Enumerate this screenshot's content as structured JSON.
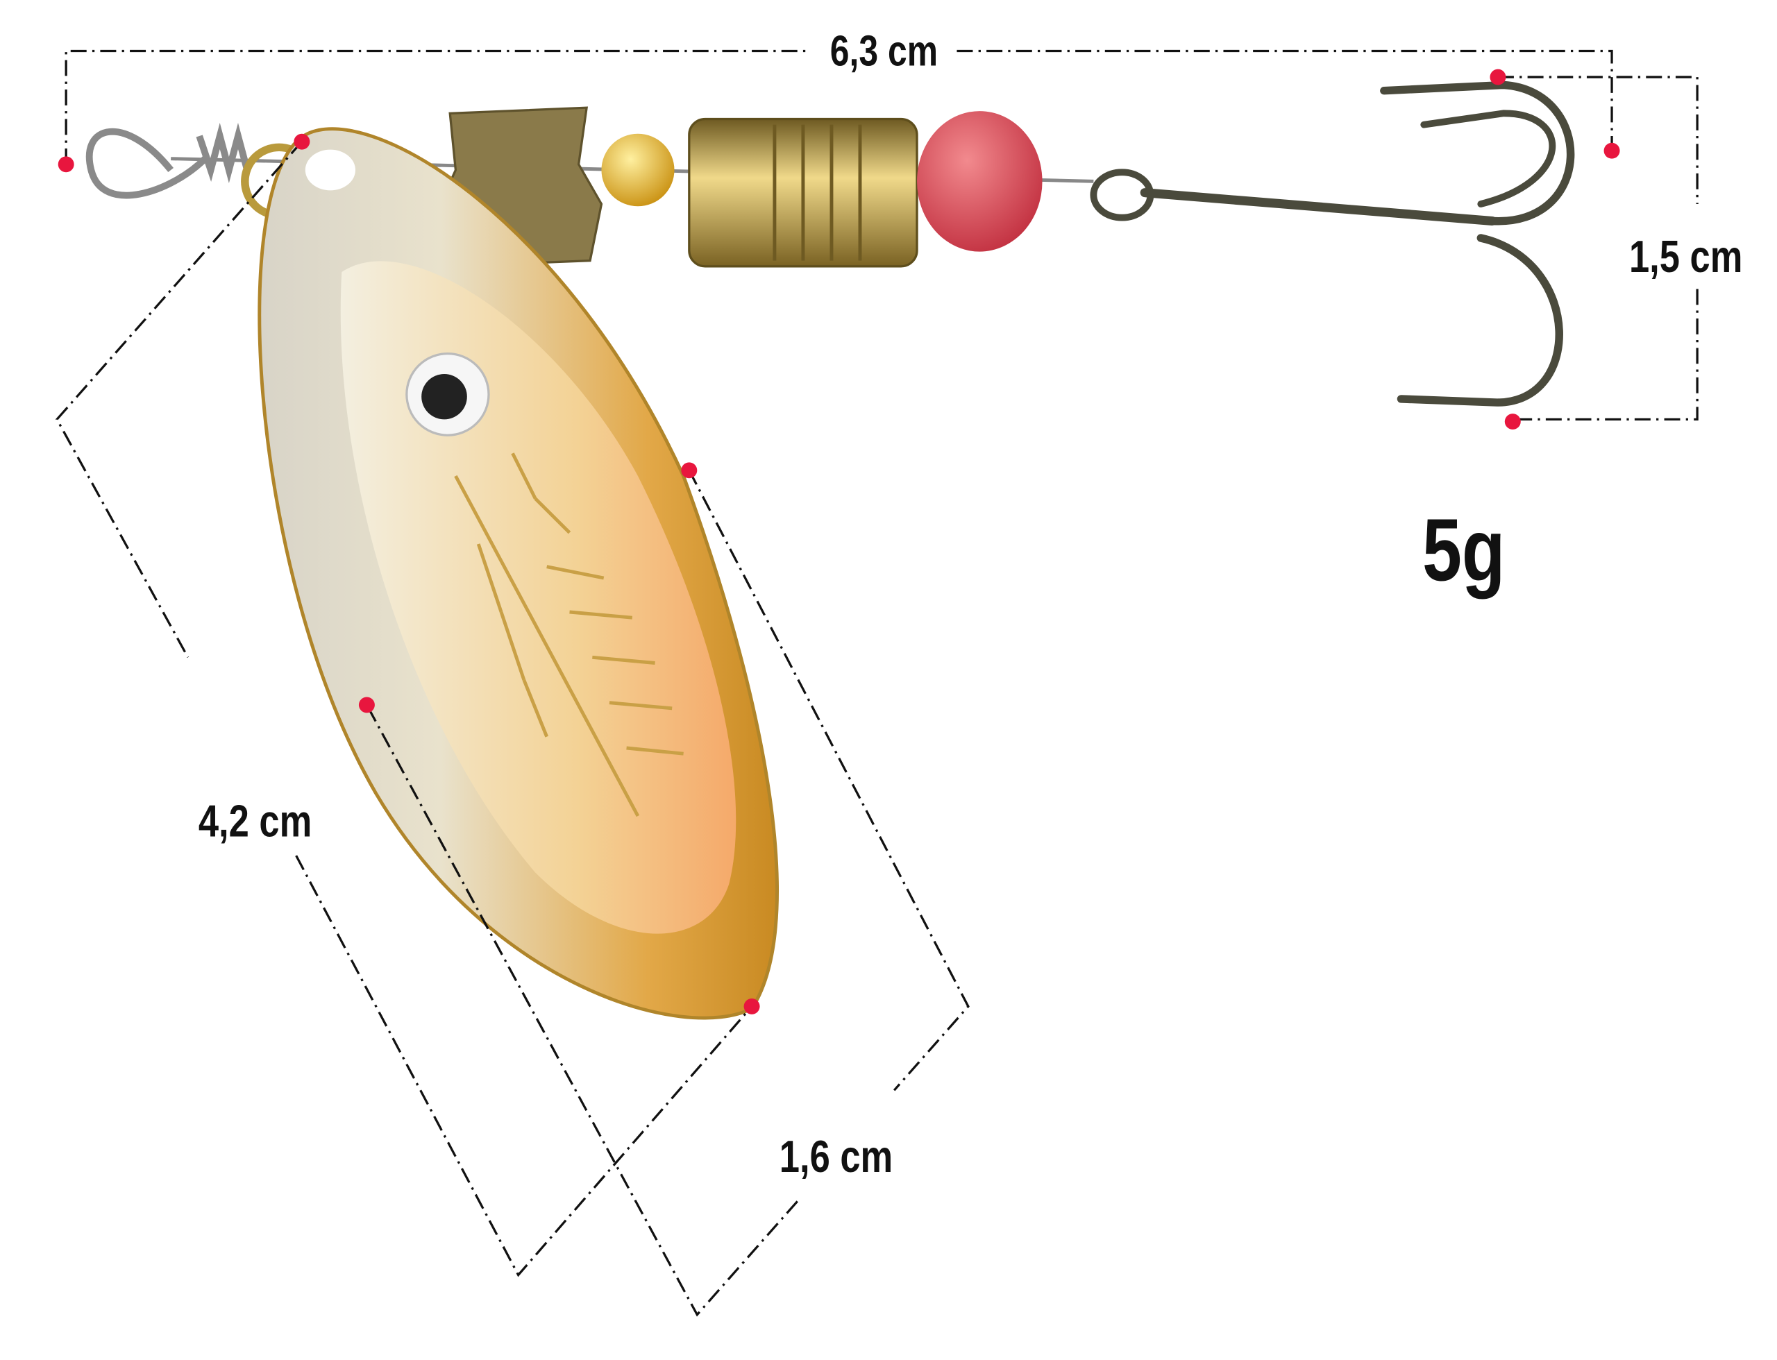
{
  "dimensions": {
    "total_length": "6,3 cm",
    "hook_size": "1,5 cm",
    "blade_length": "4,2 cm",
    "blade_width": "1,6 cm"
  },
  "weight": "5g",
  "colors": {
    "marker": "#e8163e",
    "blade_gold": "#d9a23a",
    "blade_inner": "#f4c98a",
    "bead_red": "#d9454f",
    "brass": "#b59a45"
  }
}
